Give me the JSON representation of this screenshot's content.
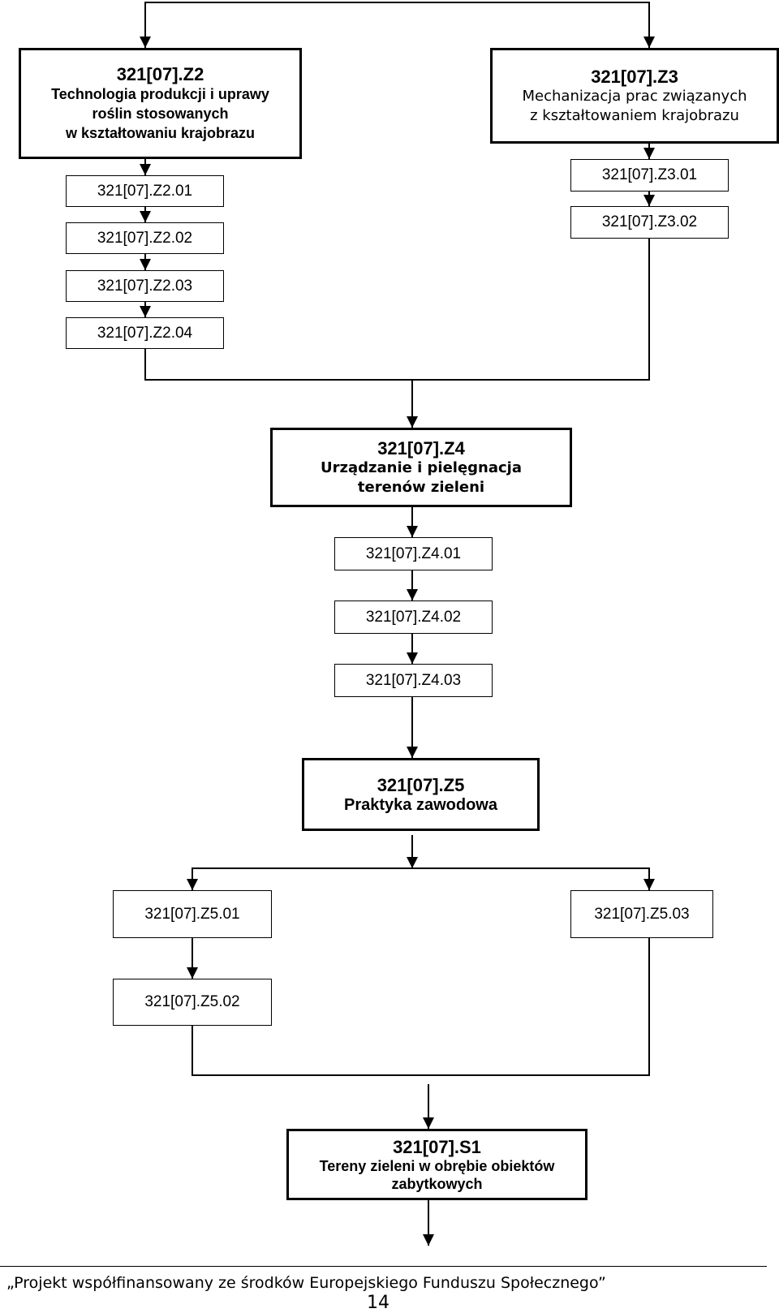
{
  "z2": {
    "code": "321[07].Z2",
    "line1": "Technologia produkcji i uprawy",
    "line2": "roślin stosowanych",
    "line3": "w kształtowaniu krajobrazu",
    "units": [
      "321[07].Z2.01",
      "321[07].Z2.02",
      "321[07].Z2.03",
      "321[07].Z2.04"
    ]
  },
  "z3": {
    "code": "321[07].Z3",
    "line1": "Mechanizacja prac związanych",
    "line2": "z kształtowaniem krajobrazu",
    "units": [
      "321[07].Z3.01",
      "321[07].Z3.02"
    ]
  },
  "z4": {
    "code": "321[07].Z4",
    "line1": "Urządzanie i pielęgnacja",
    "line2": "terenów zieleni",
    "units": [
      "321[07].Z4.01",
      "321[07].Z4.02",
      "321[07].Z4.03"
    ]
  },
  "z5": {
    "code": "321[07].Z5",
    "line1": "Praktyka zawodowa",
    "units": [
      "321[07].Z5.01",
      "321[07].Z5.02",
      "321[07].Z5.03"
    ]
  },
  "s1": {
    "code": "321[07].S1",
    "line1": "Tereny zieleni w obrębie obiektów",
    "line2": "zabytkowych"
  },
  "footer": {
    "text": "„Projekt współfinansowany ze środków Europejskiego Funduszu Społecznego”",
    "page": "14"
  }
}
